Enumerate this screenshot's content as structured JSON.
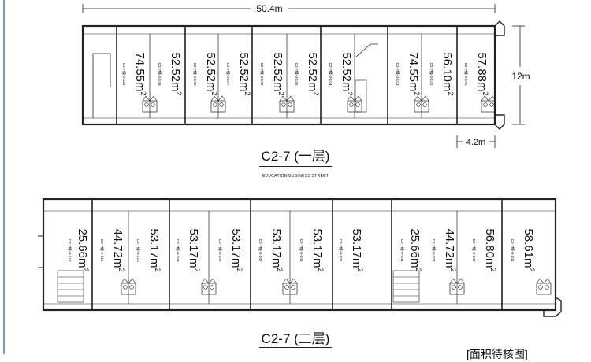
{
  "dimensions": {
    "width_total": "50.4m",
    "depth": "12m",
    "end_unit_width": "4.2m"
  },
  "floor1": {
    "caption": "C2-7 (一层)",
    "street_label": "EDUCATION BUSINESS STREET",
    "units": [
      {
        "area": "74.55m²",
        "code": "C2-7幢-0-110"
      },
      {
        "area": "52.52m²",
        "code": "C2-7幢-0-109"
      },
      {
        "area": "52.52m²",
        "code": "C2-7幢-0-108"
      },
      {
        "area": "52.52m²",
        "code": "C2-7幢-0-107"
      },
      {
        "area": "52.52m²",
        "code": "C2-7幢-0-106"
      },
      {
        "area": "52.52m²",
        "code": "C2-7幢-0-105"
      },
      {
        "area": "52.52m²",
        "code": "C2-7幢-0-104"
      },
      {
        "area": "74.55m²",
        "code": "C2-7幢-0-103"
      },
      {
        "area": "56.10m²",
        "code": "C2-7幢-0-102"
      },
      {
        "area": "57.88m²",
        "code": "C2-7幢-0-101"
      }
    ]
  },
  "floor2": {
    "caption": "C2-7 (二层)",
    "units": [
      {
        "area": "25.66m²",
        "code": "C2-7幢-0-212"
      },
      {
        "area": "44.72m²",
        "code": "C2-7幢-0-211"
      },
      {
        "area": "53.17m²",
        "code": "C2-7幢-0-210"
      },
      {
        "area": "53.17m²",
        "code": "C2-7幢-0-209"
      },
      {
        "area": "53.17m²",
        "code": "C2-7幢-0-208"
      },
      {
        "area": "53.17m²",
        "code": "C2-7幢-0-207"
      },
      {
        "area": "53.17m²",
        "code": "C2-7幢-0-206"
      },
      {
        "area": "53.17m²",
        "code": "C2-7幢-0-205"
      },
      {
        "area": "25.66m²",
        "code": "C2-7幢-0-204"
      },
      {
        "area": "44.72m²",
        "code": "C2-7幢-0-203"
      },
      {
        "area": "56.80m²",
        "code": "C2-7幢-0-202"
      },
      {
        "area": "58.61m²",
        "code": "C2-7幢-0-201"
      }
    ]
  },
  "footer_note": "[面积待核图]",
  "colors": {
    "line": "#222222",
    "frame": "#4a6ea8"
  }
}
